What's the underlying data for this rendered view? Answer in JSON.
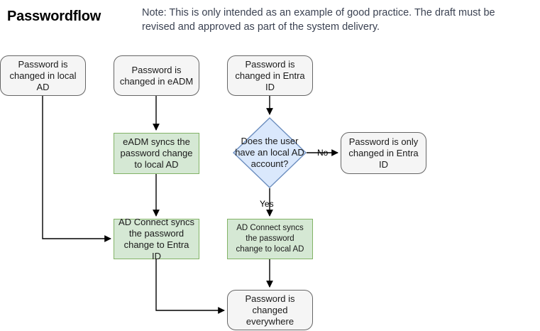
{
  "header": {
    "title": "Passwordflow",
    "note": "Note: This is only intended as an example of good practice. The draft must be revised and approved as part of the system delivery."
  },
  "colors": {
    "gray_fill": "#f5f5f5",
    "gray_stroke": "#666666",
    "green_fill": "#d5e8d4",
    "green_stroke": "#82b366",
    "blue_fill": "#dae8fc",
    "blue_stroke": "#6c8ebf",
    "edge": "#000000",
    "note_text": "#3b4252"
  },
  "nodes": {
    "start_local_ad": "Password is changed in local AD",
    "start_eadm": "Password is changed in eADM",
    "start_entra": "Password is changed in Entra ID",
    "eadm_sync": "eADM syncs the password change to local AD",
    "decision": "Does the user have an local AD account?",
    "only_entra": "Password is only changed in Entra ID",
    "adconnect_to_entra": "AD Connect syncs the password change to Entra ID",
    "adconnect_to_local": "AD Connect syncs the password change to local AD",
    "changed_everywhere": "Password is changed everywhere"
  },
  "edge_labels": {
    "no": "No",
    "yes": "Yes"
  }
}
